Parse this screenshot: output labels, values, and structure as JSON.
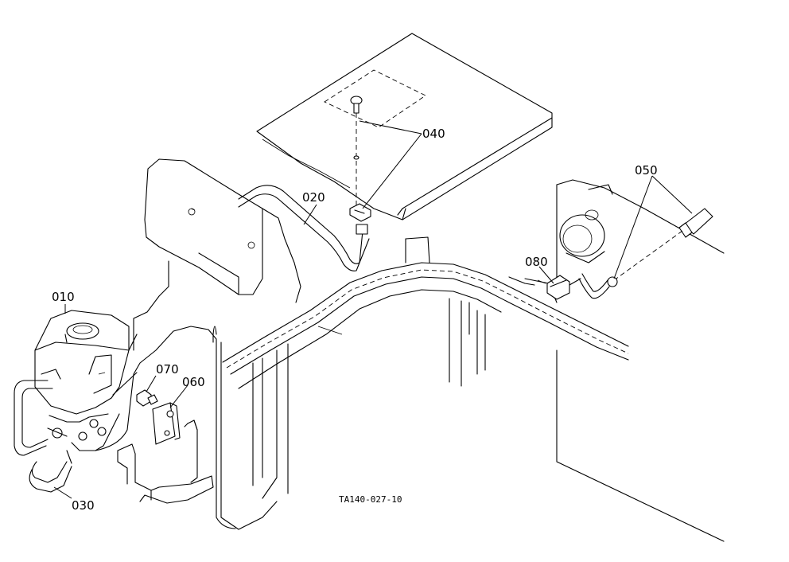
{
  "diagram": {
    "drawing_code": "TA140-027-10",
    "parts": [
      {
        "id": "p010",
        "label": "010",
        "component": "reserve-tank"
      },
      {
        "id": "p020",
        "label": "020",
        "component": "hose"
      },
      {
        "id": "p030",
        "label": "030",
        "component": "hose"
      },
      {
        "id": "p040",
        "label": "040",
        "component": "clip-and-screw"
      },
      {
        "id": "p050",
        "label": "050",
        "component": "hose-clamp-and-plug"
      },
      {
        "id": "p060",
        "label": "060",
        "component": "bracket"
      },
      {
        "id": "p070",
        "label": "070",
        "component": "bolt"
      },
      {
        "id": "p080",
        "label": "080",
        "component": "hose-clamp"
      }
    ]
  }
}
